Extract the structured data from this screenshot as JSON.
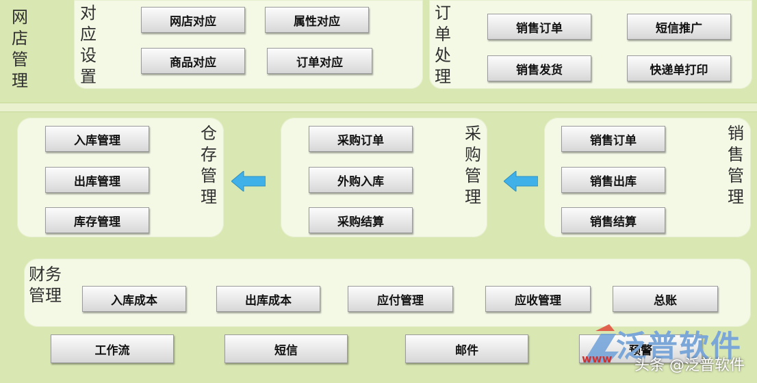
{
  "sections": {
    "online_store": {
      "label": "网店管理"
    },
    "mapping_settings": {
      "label": "对应设置",
      "buttons": [
        "网店对应",
        "属性对应",
        "商品对应",
        "订单对应"
      ]
    },
    "order_processing": {
      "label": "订单处理",
      "buttons": [
        "销售订单",
        "短信推广",
        "销售发货",
        "快递单打印"
      ]
    },
    "warehouse": {
      "label": "仓存管理",
      "buttons": [
        "入库管理",
        "出库管理",
        "库存管理"
      ]
    },
    "purchase": {
      "label": "采购管理",
      "buttons": [
        "采购订单",
        "外购入库",
        "采购结算"
      ]
    },
    "sales": {
      "label": "销售管理",
      "buttons": [
        "销售订单",
        "销售出库",
        "销售结算"
      ]
    },
    "finance": {
      "label": "财务管理",
      "buttons": [
        "入库成本",
        "出库成本",
        "应付管理",
        "应收管理",
        "总账"
      ]
    },
    "bottom": {
      "buttons": [
        "工作流",
        "短信",
        "邮件",
        "预警"
      ]
    }
  },
  "logo": {
    "name": "泛普软件",
    "url": "www"
  },
  "watermark": "头条 @泛普软件",
  "colors": {
    "background": "#d9e7b2",
    "panel": "#f4f9e6",
    "arrow": "#3fb0e8"
  }
}
